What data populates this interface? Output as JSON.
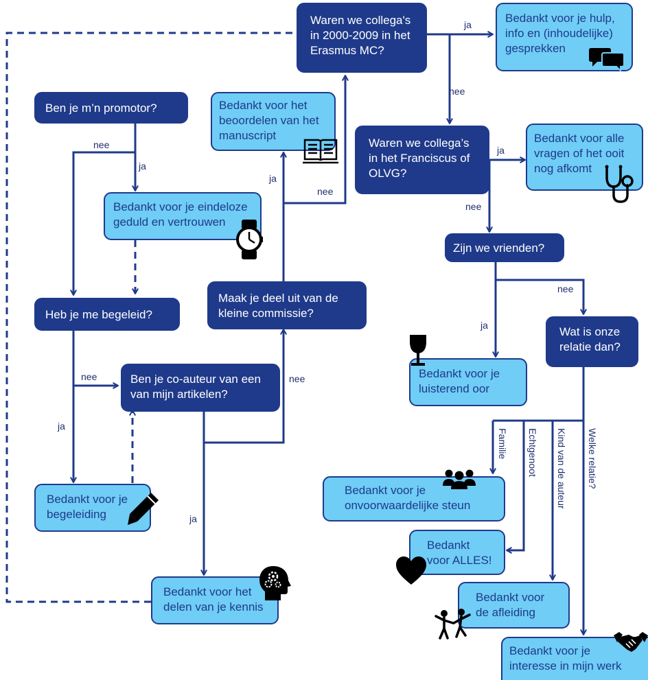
{
  "colors": {
    "question_fill": "#1F3A8A",
    "answer_fill": "#6FCDF6",
    "line": "#1F3A8A",
    "question_text": "#FFFFFF",
    "answer_text": "#1F3A8A"
  },
  "nodes": {
    "q_erasmus": "Waren we collega's\nin 2000-2009 in het\nErasmus MC?",
    "a_hulp": "Bedankt voor je hulp,\ninfo en (inhoudelijke)\ngesprekken",
    "q_promotor": "Ben je m’n promotor?",
    "a_manuscript": "Bedankt voor het\nbeoordelen van het\nmanuscript",
    "q_franciscus": "Waren we collega’s\nin het Franciscus of\nOLVG?",
    "a_vragen": "Bedankt voor alle\nvragen of het ooit\nnog afkomt",
    "a_geduld": "Bedankt voor je eindeloze\ngeduld en vertrouwen",
    "q_vrienden": "Zijn we vrienden?",
    "q_commissie": "Maak je deel uit van de\nkleine commissie?",
    "q_begeleid": "Heb je me begeleid?",
    "q_relatie": "Wat is onze\nrelatie dan?",
    "q_coauteur": "Ben je co-auteur van een\nvan mijn artikelen?",
    "a_luisterend": "Bedankt voor je\nluisterend oor",
    "a_steun": "Bedankt voor je\nonvoorwaardelijke steun",
    "a_begeleiding": "Bedankt voor je\nbegeleiding",
    "a_alles": "Bedankt\nvoor ALLES!",
    "a_kennis": "Bedankt voor het\ndelen van je kennis",
    "a_afleiding": "Bedankt voor\nde afleiding",
    "a_interesse": "Bedankt voor je\ninteresse in mijn werk"
  },
  "edge_labels": {
    "erasmus_ja": "ja",
    "erasmus_nee": "nee",
    "promotor_nee": "nee",
    "promotor_ja": "ja",
    "commissie_ja": "ja",
    "commissie_nee": "nee",
    "franciscus_ja": "ja",
    "franciscus_nee": "nee",
    "vrienden_nee": "nee",
    "vrienden_ja": "ja",
    "begeleid_nee": "nee",
    "begeleid_ja": "ja",
    "coauteur_nee": "nee",
    "coauteur_ja": "ja",
    "rel_familie": "Familie",
    "rel_echtgenoot": "Echtgenoot",
    "rel_kind": "Kind van de auteur",
    "rel_welke": "Welke relatie?"
  },
  "icons": [
    "chat-bubbles-icon",
    "open-book-icon",
    "stethoscope-icon",
    "wristwatch-icon",
    "wine-glass-icon",
    "people-group-icon",
    "pencil-icon",
    "heart-icon",
    "head-gears-icon",
    "playing-children-icon",
    "handshake-icon"
  ]
}
